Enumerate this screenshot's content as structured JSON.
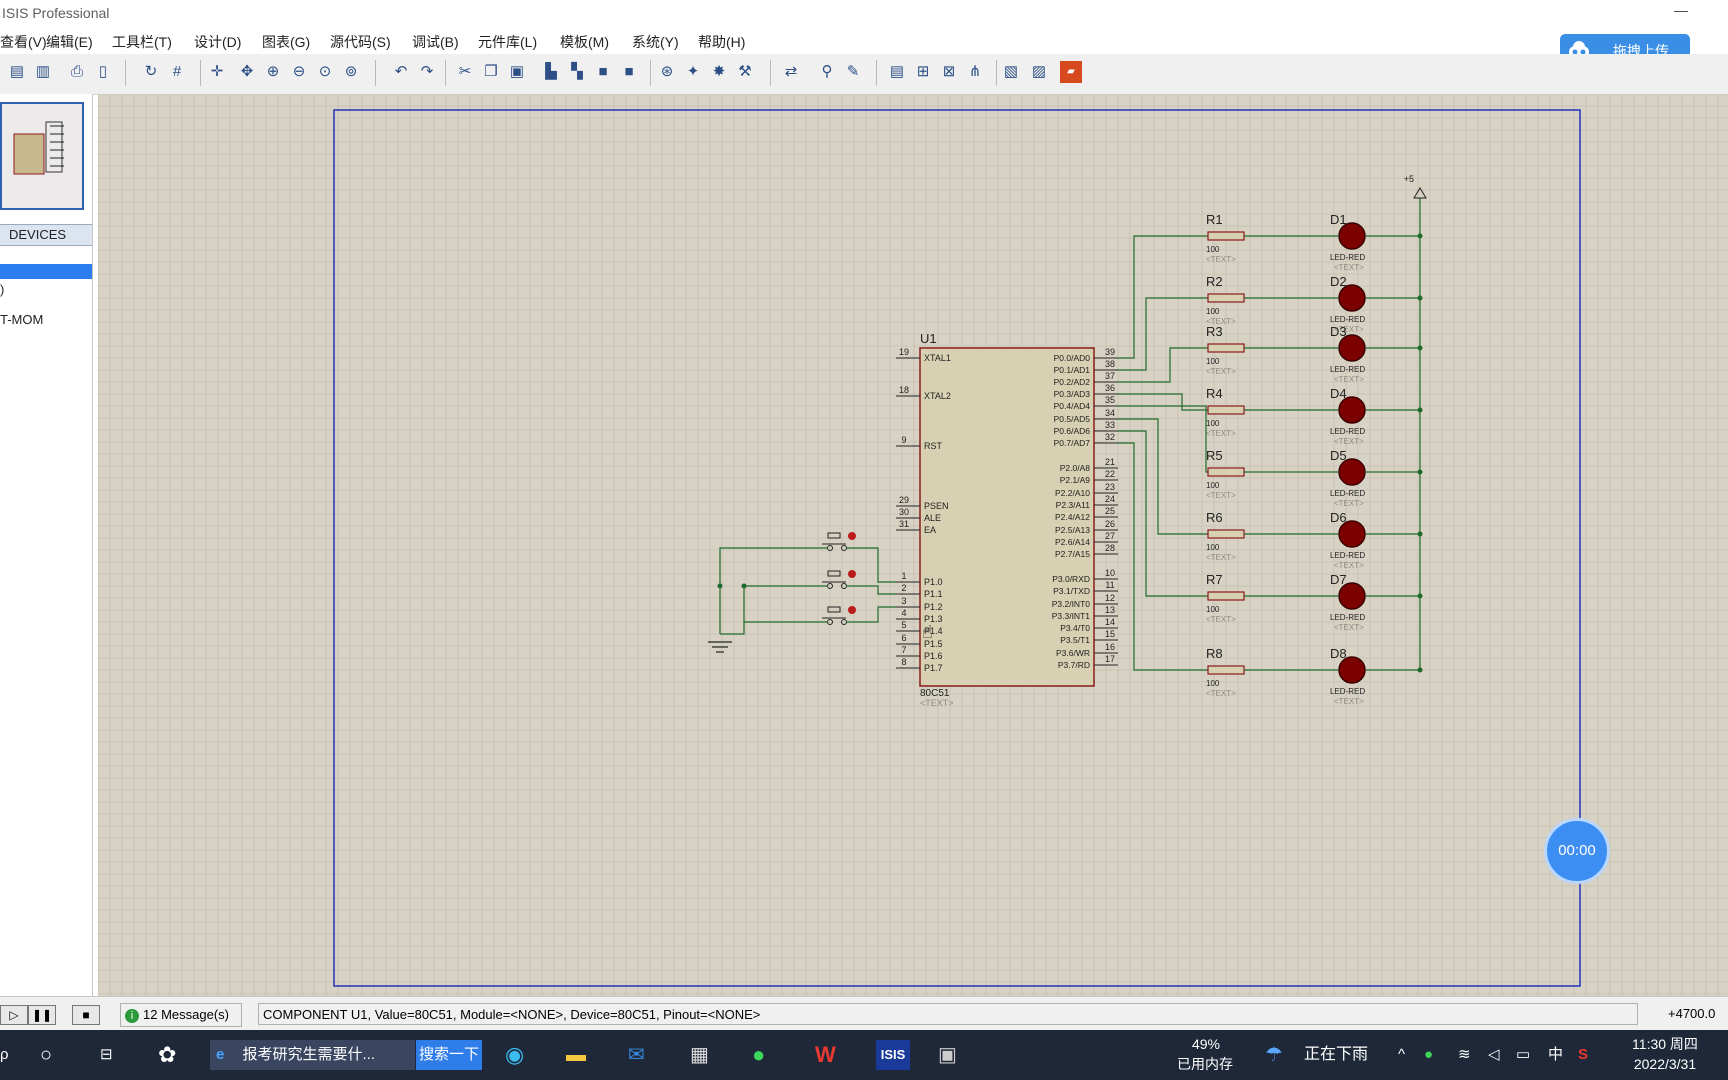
{
  "window": {
    "title": "ISIS Professional"
  },
  "menu": [
    "查看(V)",
    "编辑(E)",
    "工具栏(T)",
    "设计(D)",
    "图表(G)",
    "源代码(S)",
    "调试(B)",
    "元件库(L)",
    "模板(M)",
    "系统(Y)",
    "帮助(H)"
  ],
  "upload_button": "拖拽上传",
  "left_panel": {
    "devices_header": "DEVICES",
    "items": [
      "T-MOM"
    ]
  },
  "schematic": {
    "chip": {
      "ref": "U1",
      "part": "80C51",
      "text": "<TEXT>",
      "left_pins": [
        {
          "num": "19",
          "name": "XTAL1"
        },
        {
          "num": "18",
          "name": "XTAL2"
        },
        {
          "num": "9",
          "name": "RST"
        },
        {
          "num": "29",
          "name": "PSEN"
        },
        {
          "num": "30",
          "name": "ALE"
        },
        {
          "num": "31",
          "name": "EA"
        },
        {
          "num": "1",
          "name": "P1.0"
        },
        {
          "num": "2",
          "name": "P1.1"
        },
        {
          "num": "3",
          "name": "P1.2"
        },
        {
          "num": "4",
          "name": "P1.3"
        },
        {
          "num": "5",
          "name": "P1.4"
        },
        {
          "num": "6",
          "name": "P1.5"
        },
        {
          "num": "7",
          "name": "P1.6"
        },
        {
          "num": "8",
          "name": "P1.7"
        }
      ],
      "right_pins": [
        {
          "num": "39",
          "name": "P0.0/AD0"
        },
        {
          "num": "38",
          "name": "P0.1/AD1"
        },
        {
          "num": "37",
          "name": "P0.2/AD2"
        },
        {
          "num": "36",
          "name": "P0.3/AD3"
        },
        {
          "num": "35",
          "name": "P0.4/AD4"
        },
        {
          "num": "34",
          "name": "P0.5/AD5"
        },
        {
          "num": "33",
          "name": "P0.6/AD6"
        },
        {
          "num": "32",
          "name": "P0.7/AD7"
        },
        {
          "num": "21",
          "name": "P2.0/A8"
        },
        {
          "num": "22",
          "name": "P2.1/A9"
        },
        {
          "num": "23",
          "name": "P2.2/A10"
        },
        {
          "num": "24",
          "name": "P2.3/A11"
        },
        {
          "num": "25",
          "name": "P2.4/A12"
        },
        {
          "num": "26",
          "name": "P2.5/A13"
        },
        {
          "num": "27",
          "name": "P2.6/A14"
        },
        {
          "num": "28",
          "name": "P2.7/A15"
        },
        {
          "num": "10",
          "name": "P3.0/RXD"
        },
        {
          "num": "11",
          "name": "P3.1/TXD"
        },
        {
          "num": "12",
          "name": "P3.2/INT0"
        },
        {
          "num": "13",
          "name": "P3.3/INT1"
        },
        {
          "num": "14",
          "name": "P3.4/T0"
        },
        {
          "num": "15",
          "name": "P3.5/T1"
        },
        {
          "num": "16",
          "name": "P3.6/WR"
        },
        {
          "num": "17",
          "name": "P3.7/RD"
        }
      ]
    },
    "resistors": [
      {
        "ref": "R1",
        "value": "100",
        "text": "<TEXT>"
      },
      {
        "ref": "R2",
        "value": "100",
        "text": "<TEXT>"
      },
      {
        "ref": "R3",
        "value": "100",
        "text": "<TEXT>"
      },
      {
        "ref": "R4",
        "value": "100",
        "text": "<TEXT>"
      },
      {
        "ref": "R5",
        "value": "100",
        "text": "<TEXT>"
      },
      {
        "ref": "R6",
        "value": "100",
        "text": "<TEXT>"
      },
      {
        "ref": "R7",
        "value": "100",
        "text": "<TEXT>"
      },
      {
        "ref": "R8",
        "value": "100",
        "text": "<TEXT>"
      }
    ],
    "leds": [
      {
        "ref": "D1",
        "type": "LED-RED",
        "text": "<TEXT>"
      },
      {
        "ref": "D2",
        "type": "LED-RED",
        "text": "<TEXT>"
      },
      {
        "ref": "D3",
        "type": "LED-RED",
        "text": "<TEXT>"
      },
      {
        "ref": "D4",
        "type": "LED-RED",
        "text": "<TEXT>"
      },
      {
        "ref": "D5",
        "type": "LED-RED",
        "text": "<TEXT>"
      },
      {
        "ref": "D6",
        "type": "LED-RED",
        "text": "<TEXT>"
      },
      {
        "ref": "D7",
        "type": "LED-RED",
        "text": "<TEXT>"
      },
      {
        "ref": "D8",
        "type": "LED-RED",
        "text": "<TEXT>"
      }
    ],
    "power_label": "+5"
  },
  "timer": "00:00",
  "status": {
    "messages": "12 Message(s)",
    "info": "COMPONENT U1, Value=80C51, Module=<NONE>, Device=80C51, Pinout=<NONE>",
    "coord": "+4700.0"
  },
  "taskbar": {
    "browser_tab": "报考研究生需要什...",
    "search_btn": "搜索一下",
    "mem_pct": "49%",
    "mem_label": "已用内存",
    "weather": "正在下雨",
    "ime": "中",
    "time": "11:30 周四",
    "date": "2022/3/31"
  },
  "colors": {
    "canvas": "#d7d2c4",
    "grid": "#beb8a8",
    "wire": "#1f6a2a",
    "border_blue": "#2233bb",
    "part_fill": "#d7d0b2",
    "part_outline": "#8b1a1a",
    "led": "#7d0000"
  }
}
